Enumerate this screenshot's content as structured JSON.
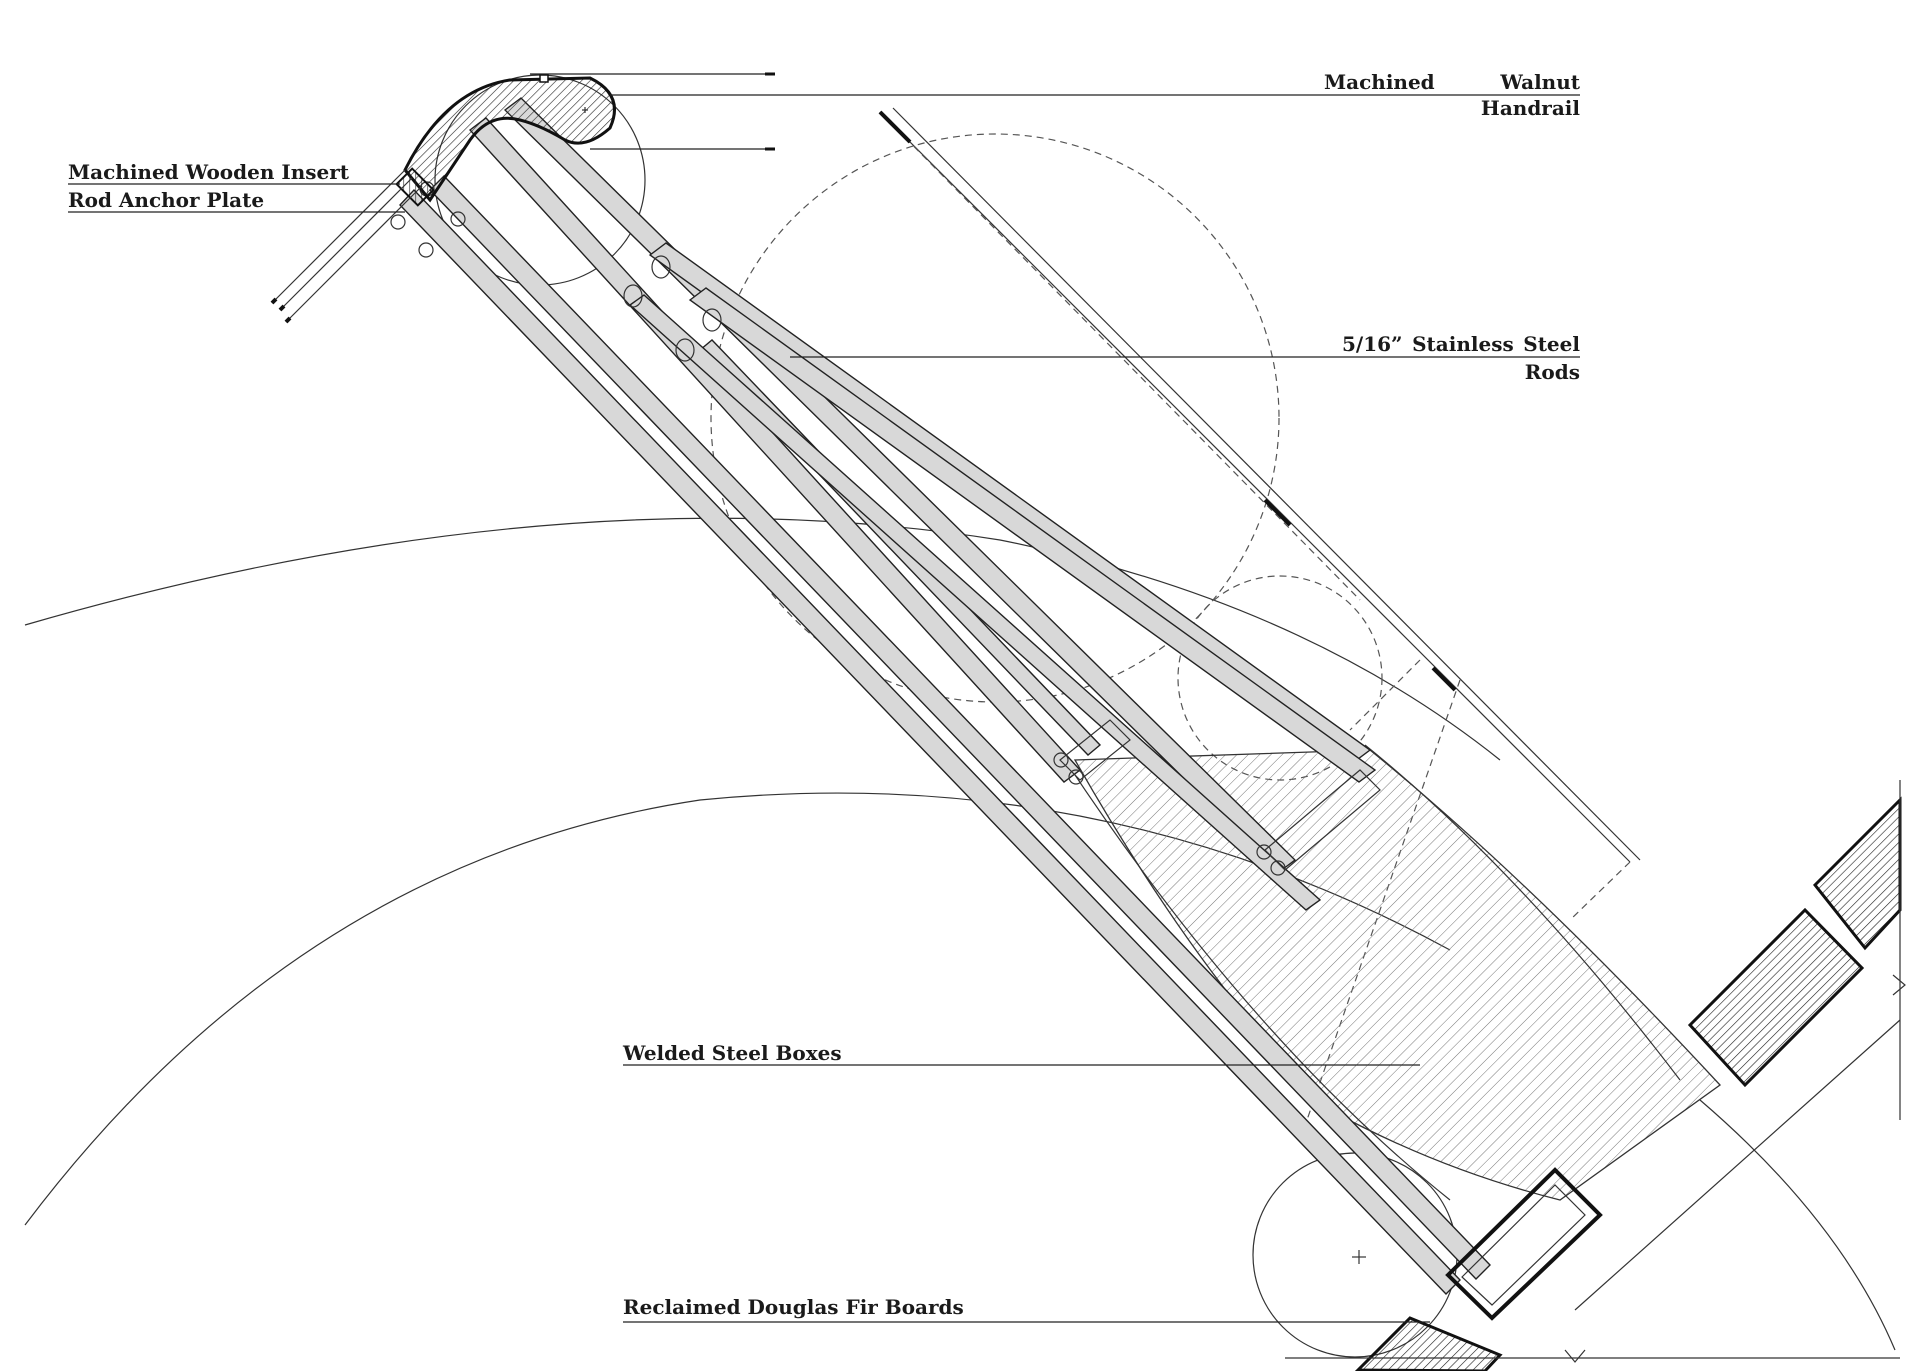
{
  "labels": {
    "walnut_handrail": {
      "line1_left": "Machined",
      "line1_right": "Walnut",
      "line2": "Handrail"
    },
    "wooden_insert": "Machined Wooden Insert",
    "anchor_plate": "Rod Anchor Plate",
    "steel_rods": {
      "line1_a": "5/16”",
      "line1_b": "Stainless",
      "line1_c": "Steel",
      "line2": "Rods"
    },
    "steel_boxes": "Welded Steel Boxes",
    "fir_boards": "Reclaimed Douglas Fir Boards"
  }
}
